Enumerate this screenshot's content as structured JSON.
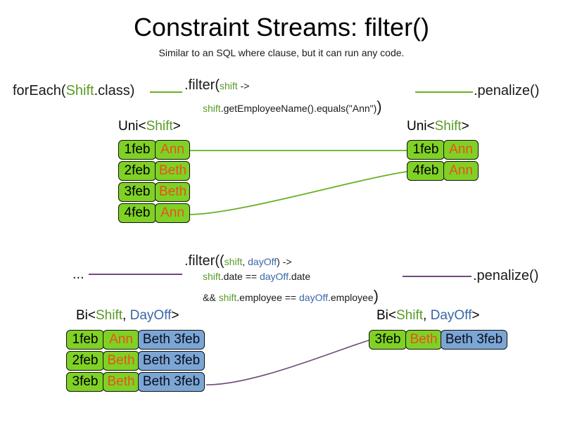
{
  "slide": {
    "title": "Constraint Streams: filter()",
    "subtitle": "Similar to an SQL where clause, but it can run any code."
  },
  "uni_section": {
    "source_label": "forEach(",
    "source_type": "Shift",
    "source_tail": ".class)",
    "filter_open": ".filter(",
    "lambda_param": "shift",
    "lambda_arrow": " ->",
    "body_var": "shift",
    "body_text": ".getEmployeeName().equals(\"Ann\")",
    "body_close": ")",
    "terminal": ".penalize()",
    "left_stream_prefix": "Uni<",
    "left_stream_type": "Shift",
    "left_stream_suffix": ">",
    "right_stream_prefix": "Uni<",
    "right_stream_type": "Shift",
    "right_stream_suffix": ">",
    "left_rows": [
      {
        "date": "1feb",
        "name": "Ann"
      },
      {
        "date": "2feb",
        "name": "Beth"
      },
      {
        "date": "3feb",
        "name": "Beth"
      },
      {
        "date": "4feb",
        "name": "Ann"
      }
    ],
    "right_rows": [
      {
        "date": "1feb",
        "name": "Ann"
      },
      {
        "date": "4feb",
        "name": "Ann"
      }
    ]
  },
  "bi_section": {
    "source_label": "...",
    "filter_open": ".filter((",
    "lambda_param_1": "shift",
    "lambda_sep": ", ",
    "lambda_param_2": "dayOff",
    "lambda_arrow": ") ->",
    "line2_var_1": "shift",
    "line2_mid": ".date == ",
    "line2_var_2": "dayOff",
    "line2_tail": ".date",
    "line3_head": "&& ",
    "line3_var_1": "shift",
    "line3_mid": ".employee == ",
    "line3_var_2": "dayOff",
    "line3_tail": ".employee",
    "line3_close": ")",
    "terminal": ".penalize()",
    "left_stream_prefix": "Bi<",
    "left_stream_type_1": "Shift",
    "left_stream_sep": ", ",
    "left_stream_type_2": "DayOff",
    "left_stream_suffix": ">",
    "right_stream_prefix": "Bi<",
    "right_stream_type_1": "Shift",
    "right_stream_sep": ", ",
    "right_stream_type_2": "DayOff",
    "right_stream_suffix": ">",
    "left_rows": [
      {
        "date": "1feb",
        "name": "Ann",
        "pair": "Beth 3feb"
      },
      {
        "date": "2feb",
        "name": "Beth",
        "pair": "Beth 3feb"
      },
      {
        "date": "3feb",
        "name": "Beth",
        "pair": "Beth 3feb"
      }
    ],
    "right_rows": [
      {
        "date": "3feb",
        "name": "Beth",
        "pair": "Beth 3feb"
      }
    ]
  },
  "colors": {
    "green_fill": "#80d125",
    "blue_fill": "#7ba6d4",
    "green_text": "#5a9a28",
    "blue_text": "#3a66a8",
    "name_text": "#e8521c",
    "green_wire": "#6ab023",
    "purple_wire": "#6f4a7d"
  }
}
